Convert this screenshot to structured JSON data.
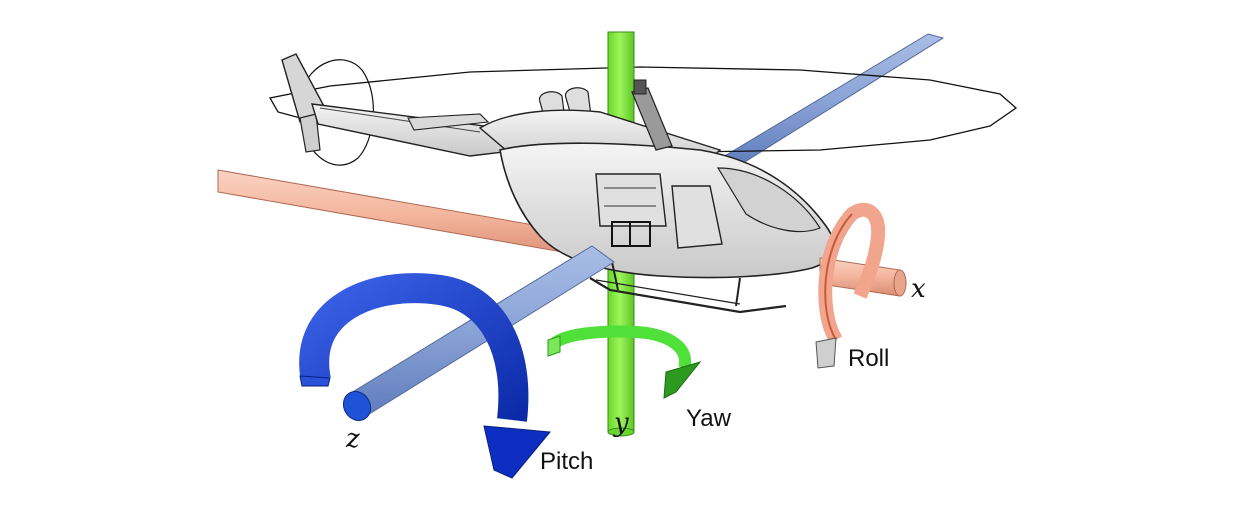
{
  "axes": {
    "x": {
      "label": "x",
      "color": "#f4b8a0"
    },
    "y": {
      "label": "y",
      "color": "#8ef04a"
    },
    "z": {
      "label": "z",
      "color": "#8ea6d8"
    }
  },
  "rotations": {
    "roll": {
      "label": "Roll",
      "color": "#f1a58d"
    },
    "yaw": {
      "label": "Yaw",
      "color": "#4fe03a"
    },
    "pitch": {
      "label": "Pitch",
      "color": "#1a3fd0"
    }
  },
  "helicopter": {
    "body_color": "#e6e6e6",
    "outline_color": "#222222"
  }
}
